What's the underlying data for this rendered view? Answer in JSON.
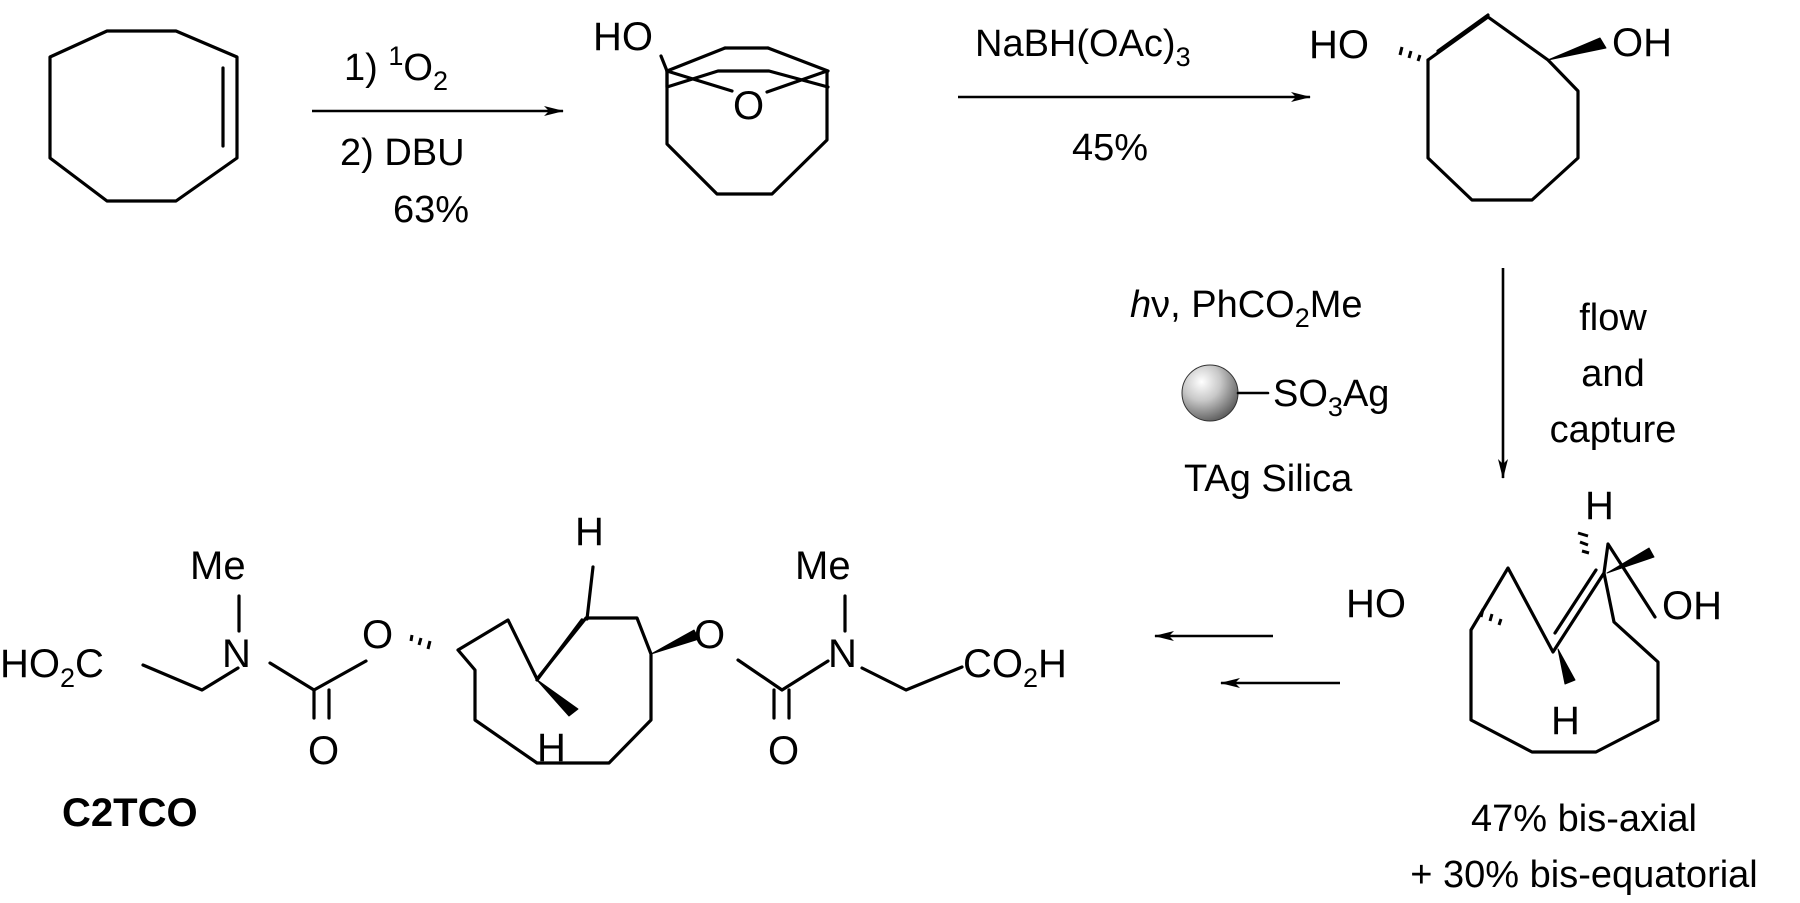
{
  "step1": {
    "line1_prefix": "1) ",
    "line1_sup": "1",
    "line1_mol": "O",
    "line1_sub": "2",
    "line2": "2) DBU",
    "yield": "63%"
  },
  "step2": {
    "reagent_main": "NaBH(OAc)",
    "reagent_sub": "3",
    "yield": "45%"
  },
  "step3": {
    "hv_italic": "h",
    "hv_rest": "ν, PhCO",
    "hv_sub": "2",
    "hv_end": "Me",
    "silica_label": "SO",
    "silica_sub": "3",
    "silica_end": "Ag",
    "silica_name": "TAg Silica",
    "flow": [
      "flow",
      "and",
      "capture"
    ]
  },
  "atoms": {
    "ho": "HO",
    "oh": "OH",
    "o": "O",
    "h": "H",
    "me": "Me",
    "n": "N",
    "ho2c_main": "HO",
    "ho2c_sub": "2",
    "ho2c_end": "C",
    "co2h_main": "CO",
    "co2h_sub": "2",
    "co2h_end": "H"
  },
  "product_yield": {
    "line1": "47% bis-axial",
    "line2": "+ 30% bis-equatorial"
  },
  "final_name": "C2TCO",
  "colors": {
    "ink": "#000000",
    "background": "#ffffff",
    "sphere_light": "#ffffff",
    "sphere_dark": "#5a5a5a"
  }
}
